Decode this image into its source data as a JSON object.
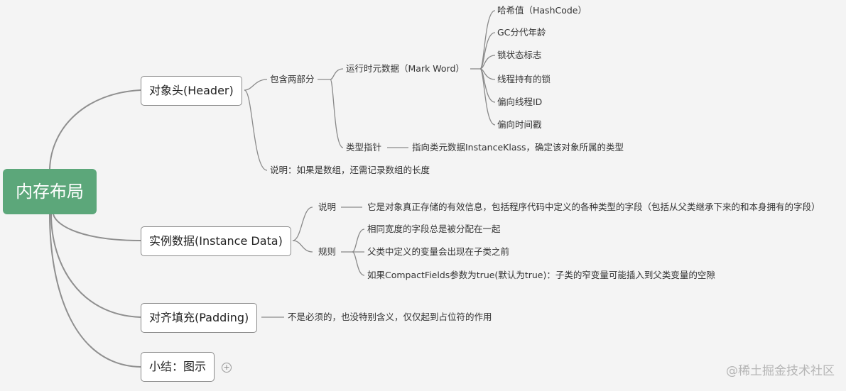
{
  "root": {
    "label": "内存布局"
  },
  "header": {
    "label": "对象头(Header)",
    "contains": "包含两部分",
    "mark_word": {
      "label": "运行时元数据（Mark Word）",
      "items": [
        "哈希值（HashCode）",
        "GC分代年龄",
        "锁状态标志",
        "线程持有的锁",
        "偏向线程ID",
        "偏向时间戳"
      ]
    },
    "type_pointer": {
      "label": "类型指针",
      "desc": "指向类元数据InstanceKlass，确定该对象所属的类型"
    },
    "note": "说明：如果是数组，还需记录数组的长度"
  },
  "instance": {
    "label": "实例数据(Instance Data)",
    "desc_label": "说明",
    "desc": "它是对象真正存储的有效信息，包括程序代码中定义的各种类型的字段（包括从父类继承下来的和本身拥有的字段）",
    "rules_label": "规则",
    "rules": [
      "相同宽度的字段总是被分配在一起",
      "父类中定义的变量会出现在子类之前",
      "如果CompactFields参数为true(默认为true)：子类的窄变量可能插入到父类变量的空隙"
    ]
  },
  "padding": {
    "label": "对齐填充(Padding)",
    "desc": "不是必须的，也没特别含义，仅仅起到占位符的作用"
  },
  "summary": {
    "label": "小结：图示"
  },
  "watermark": "@稀土掘金技术社区"
}
